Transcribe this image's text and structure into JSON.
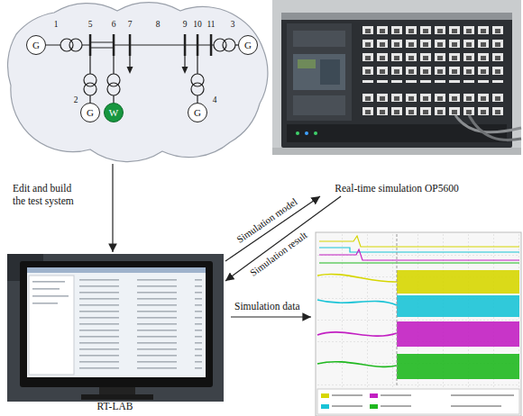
{
  "diagram": {
    "nodes": [
      {
        "text": [
          "1",
          "5",
          "6",
          "7",
          "8",
          "9",
          "10",
          "11",
          "3",
          "2",
          "4"
        ]
      },
      {
        "text": [
          "G"
        ],
        "in": 0
      },
      {
        "text": [
          "G"
        ],
        "in": 0
      },
      {
        "text": [
          "G"
        ],
        "in": 0
      },
      {
        "text": [
          "W"
        ],
        "in": 0
      },
      {
        "text": [
          "G"
        ],
        "in": 0
      },
      {
        "text": [
          "Real-time simulation OP5600"
        ]
      },
      {
        "text": [
          "RT-LAB"
        ]
      }
    ],
    "edges": [
      {
        "from": 0,
        "to": 7,
        "label": "Edit and build the test system",
        "arrow": "to"
      },
      {
        "from": 7,
        "to": 6,
        "label": "Simulation model",
        "arrow": "to"
      },
      {
        "from": 6,
        "to": 7,
        "label": "Simulation result",
        "arrow": "to"
      }
    ],
    "labels": [
      "Simulation data"
    ]
  }
}
